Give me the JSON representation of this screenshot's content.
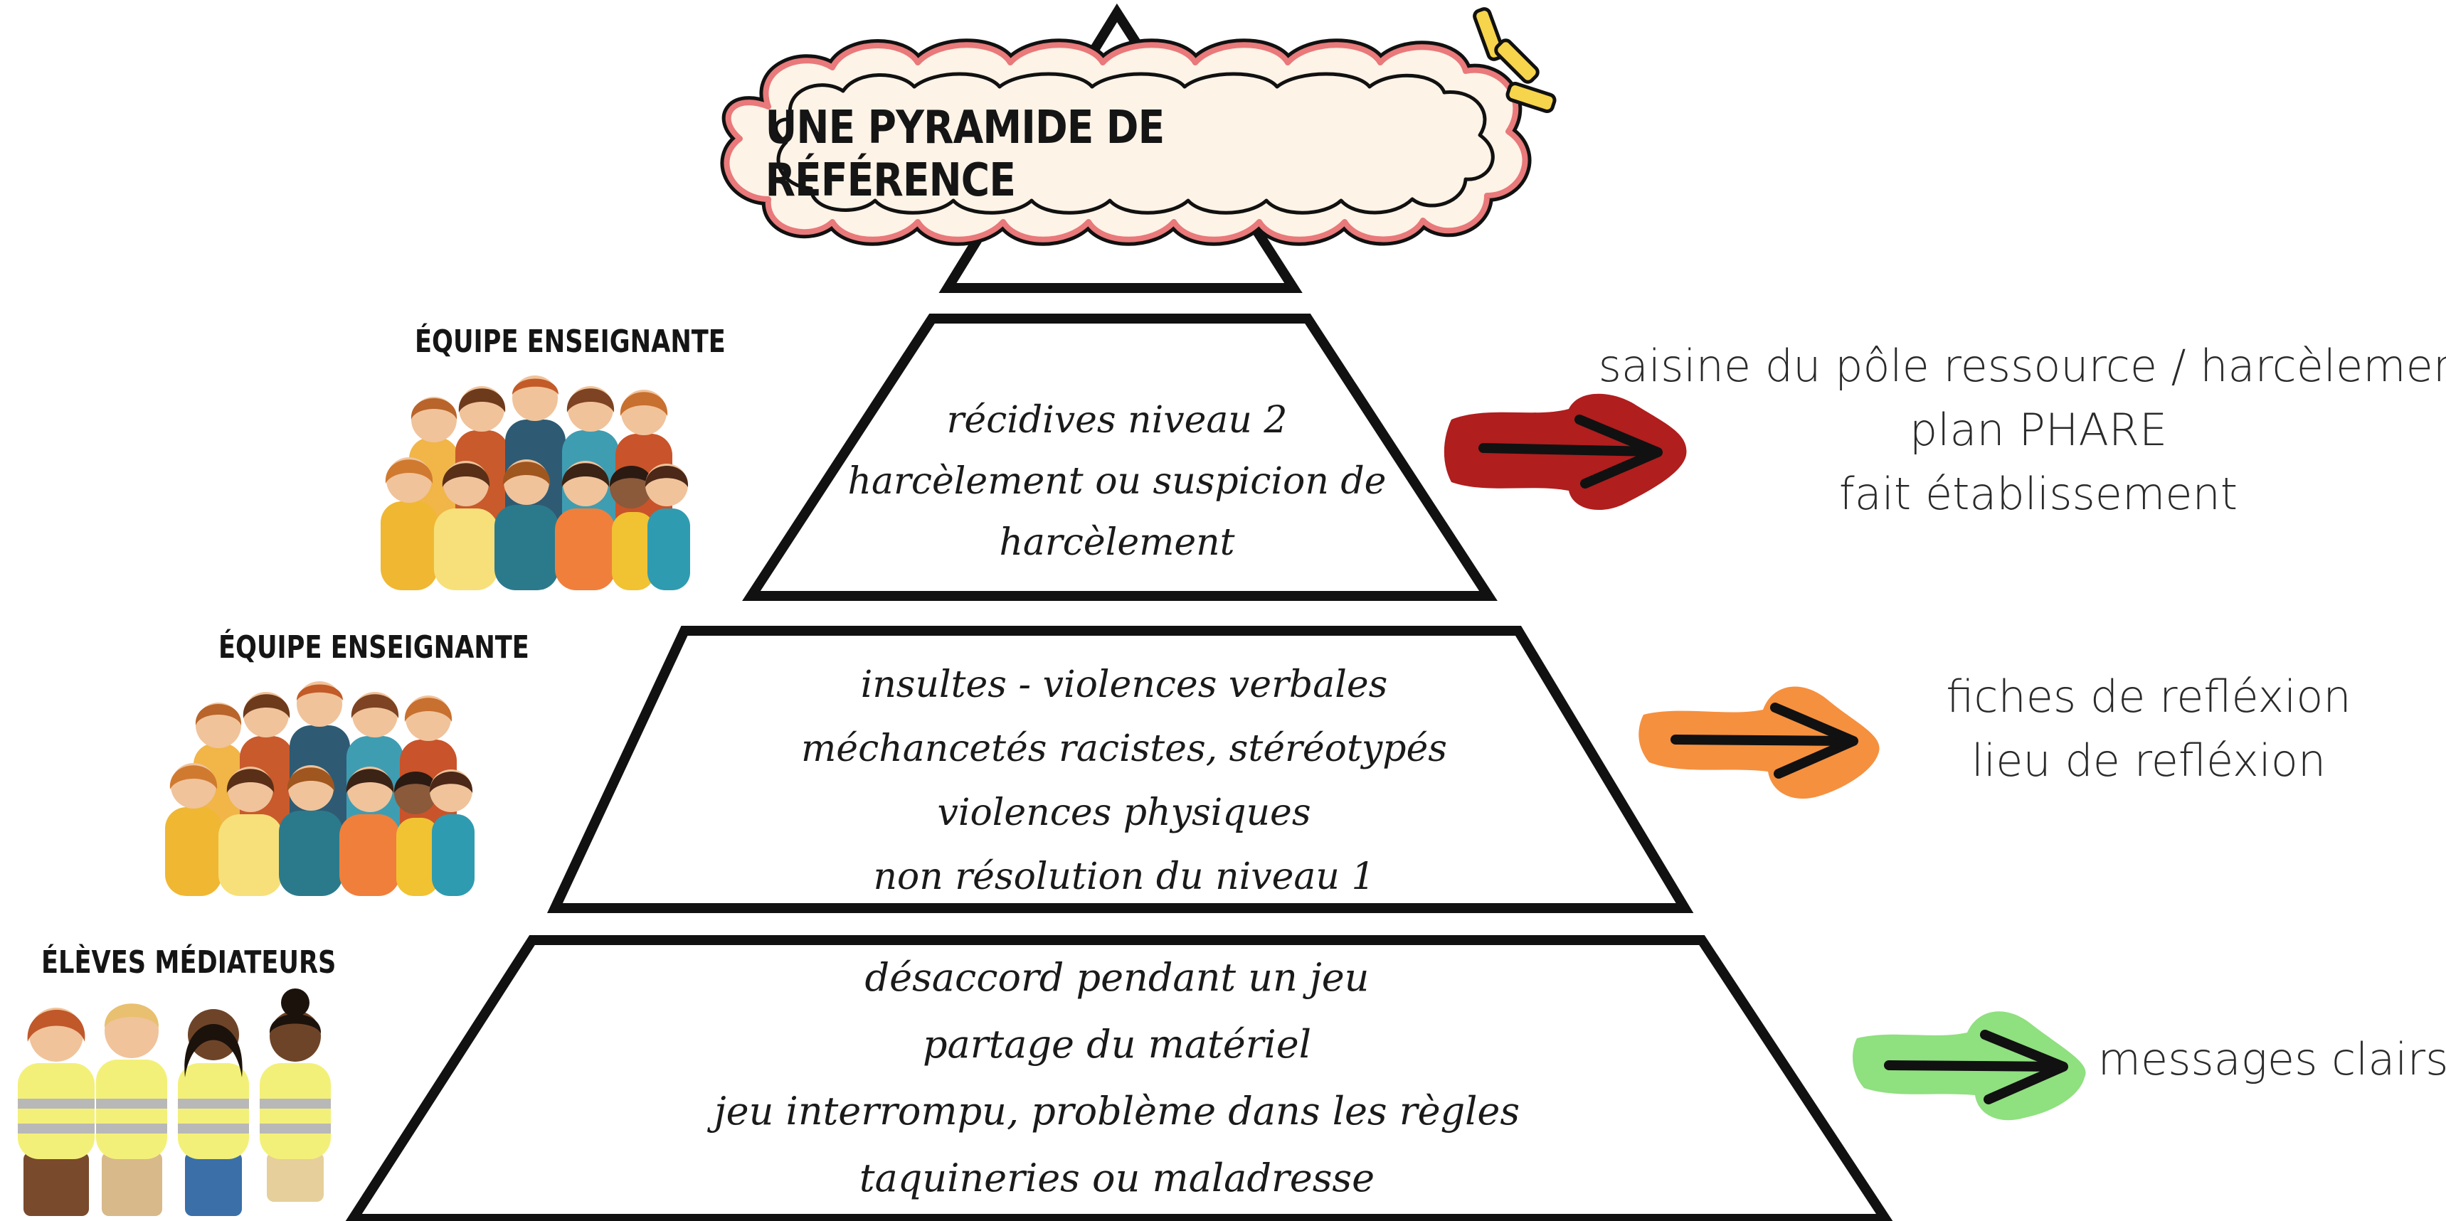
{
  "title": "UNE PYRAMIDE DE RÉFÉRENCE",
  "levels": [
    {
      "group": "ÉLÈVES MÉDIATEURS",
      "lines": [
        "désaccord pendant un jeu",
        "partage du matériel",
        "jeu interrompu, problème dans les règles",
        "taquineries ou maladresse"
      ],
      "actions": [
        "messages clairs"
      ],
      "arrow_color": "#8fe07f",
      "people_icon": "mediator-students-illustration"
    },
    {
      "group": "ÉQUIPE ENSEIGNANTE",
      "lines": [
        "insultes - violences verbales",
        "méchancetés racistes, stéréotypés",
        "violences physiques",
        "non résolution du niveau 1"
      ],
      "actions": [
        "fiches de refléxion",
        "lieu de refléxion"
      ],
      "arrow_color": "#f5903f",
      "people_icon": "teaching-team-illustration"
    },
    {
      "group": "ÉQUIPE ENSEIGNANTE",
      "lines": [
        "récidives niveau 2",
        "harcèlement ou suspicion de",
        "harcèlement"
      ],
      "actions": [
        "saisine du pôle ressource / harcèlement",
        "plan PHARE",
        "fait établissement"
      ],
      "arrow_color": "#b01e1e",
      "people_icon": "teaching-team-illustration"
    }
  ],
  "colors": {
    "cloud_fill": "#fdf3e7",
    "cloud_border": "#e9797a",
    "accent_yellow": "#f6d44b",
    "outline": "#111111"
  }
}
